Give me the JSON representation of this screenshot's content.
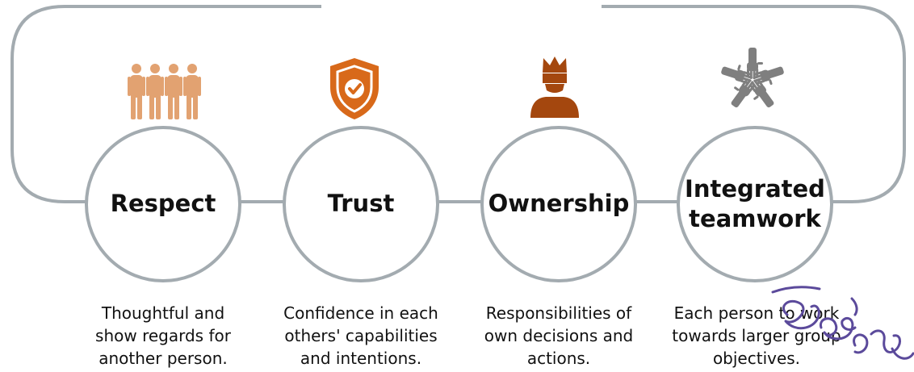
{
  "values": [
    {
      "title": "Respect",
      "icon": "family-group-icon",
      "icon_color": "#e2a271",
      "description_lines": [
        "Thoughtful and",
        "show regards for",
        "another person."
      ]
    },
    {
      "title": "Trust",
      "icon": "shield-check-icon",
      "icon_color": "#d8691a",
      "description_lines": [
        "Confidence in each",
        "others' capabilities",
        "and intentions."
      ]
    },
    {
      "title": "Ownership",
      "icon": "crowned-person-icon",
      "icon_color": "#a4470e",
      "description_lines": [
        "Responsibilities of",
        "own decisions and",
        "actions."
      ]
    },
    {
      "title_lines": [
        "Integrated",
        "teamwork"
      ],
      "icon": "joined-hands-icon",
      "icon_color": "#7f7f7f",
      "description_lines": [
        "Each person to work",
        "towards larger group",
        "objectives."
      ]
    }
  ],
  "colors": {
    "frame": "#a3abb0",
    "text": "#111111",
    "signature": "#5b4a9b"
  }
}
